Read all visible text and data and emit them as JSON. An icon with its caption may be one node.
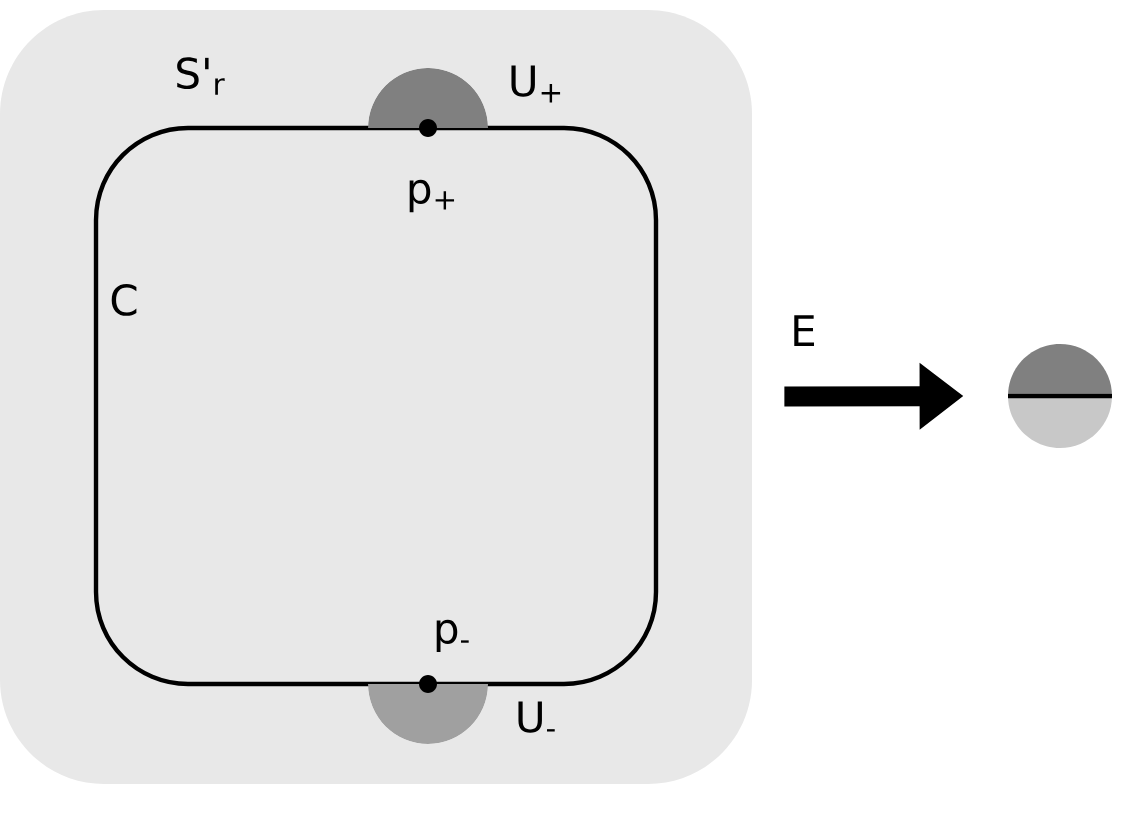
{
  "diagram": {
    "nodes": [
      {
        "text": [
          "S'$_{r}$"
        ]
      },
      {
        "text": [
          "C"
        ],
        "in": 0
      },
      {
        "text": [],
        "shape": "circle",
        "beside": [
          "U$_{+}$"
        ],
        "in": 0
      },
      {
        "text": [],
        "shape": "circle",
        "beside": [
          "U$_{-}$"
        ],
        "in": 0
      },
      {
        "text": [],
        "shape": "circle"
      }
    ],
    "edges": [
      {
        "from": 0,
        "to": 4,
        "arrow": "to",
        "label": "E"
      }
    ],
    "labels": [
      "p$_{+}$",
      "p$_{-}$"
    ]
  }
}
